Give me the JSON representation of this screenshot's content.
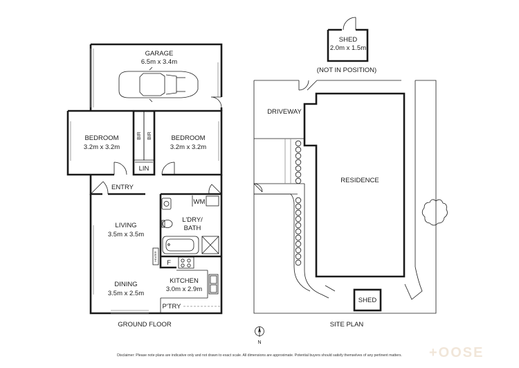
{
  "ground_floor": {
    "title": "GROUND FLOOR",
    "garage": {
      "name": "GARAGE",
      "size": "6.5m x 3.4m"
    },
    "bedroom_1": {
      "name": "BEDROOM",
      "size": "3.2m x 3.2m"
    },
    "bedroom_2": {
      "name": "BEDROOM",
      "size": "3.2m x 3.2m"
    },
    "bir_1": "BIR",
    "bir_2": "BIR",
    "lin": "LIN",
    "entry": "ENTRY",
    "wm": "WM",
    "laundry_bath": {
      "line1": "L'DRY/",
      "line2": "BATH"
    },
    "living": {
      "name": "LIVING",
      "size": "3.5m x 3.5m"
    },
    "dining": {
      "name": "DINING",
      "size": "3.5m x 2.5m"
    },
    "kitchen": {
      "name": "KITCHEN",
      "size": "3.0m x 2.9m"
    },
    "fridge": "F",
    "pantry": "P'TRY",
    "heater": "HEATER"
  },
  "site_plan": {
    "title": "SITE PLAN",
    "shed_detached": {
      "name": "SHED",
      "size": "2.0m x 1.5m",
      "note": "(NOT IN POSITION)"
    },
    "driveway": "DRIVEWAY",
    "residence": "RESIDENCE",
    "shed": "SHED"
  },
  "compass": "N",
  "disclaimer": "Disclaimer: Please note plans are indicative only and not drawn to exact scale. All dimensions are approximate. Potential buyers should satisfy themselves of any pertinent matters.",
  "logo_text": "+OOSE"
}
